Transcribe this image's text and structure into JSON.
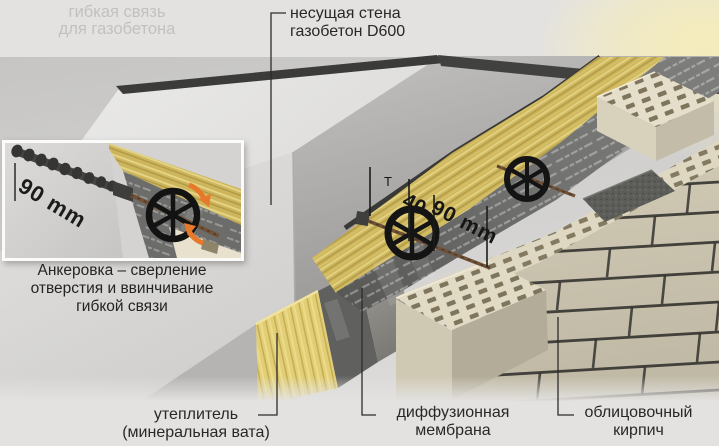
{
  "watermark": {
    "line1": "гибкая связь",
    "line2": "для газобетона"
  },
  "wall_label": {
    "line1": "несущая стена",
    "line2": "газобетон D600"
  },
  "inset": {
    "depth_dimension": "90 mm",
    "caption_line1": "Анкеровка – сверление",
    "caption_line2": "отверстия и ввинчивание",
    "caption_line3": "гибкой связи"
  },
  "dimensions": {
    "tick_label": "T",
    "insulation_thickness": "40",
    "gap_depth": "90 mm"
  },
  "bottom_labels": {
    "insulation_line1": "утеплитель",
    "insulation_line2": "(минеральная вата)",
    "membrane_line1": "диффузионная",
    "membrane_line2": "мембрана",
    "brick_line1": "облицовочный",
    "brick_line2": "кирпич"
  },
  "colors": {
    "background": "#e3e2e0",
    "mineral_wool": "#ccb55c",
    "membrane": "#6e6e6c",
    "brick_top": "#e0d9c3",
    "brick_front": "#cbc4b0",
    "concrete": "#d8d7d5",
    "anchor_disc": "#141414",
    "rotation_arrow_orange": "#e8792a",
    "label_text": "#282828"
  }
}
